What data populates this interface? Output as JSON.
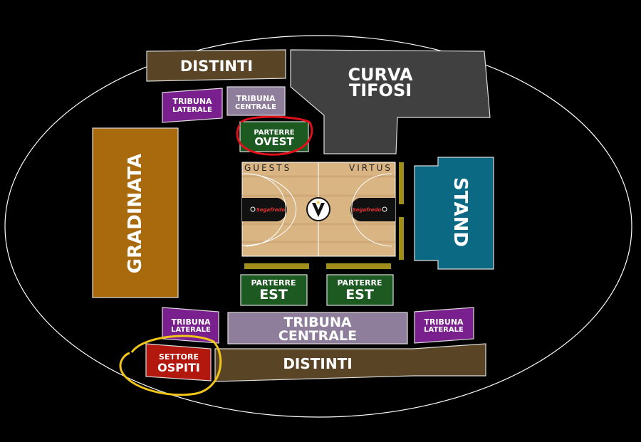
{
  "map": {
    "sections": {
      "distinti_top": "DISTINTI",
      "curva_tifosi_1": "CURVA",
      "curva_tifosi_2": "TIFOSI",
      "tribuna_laterale_tl_1": "TRIBUNA",
      "tribuna_laterale_tl_2": "LATERALE",
      "tribuna_centrale_top_1": "TRIBUNA",
      "tribuna_centrale_top_2": "CENTRALE",
      "parterre_ovest_1": "PARTERRE",
      "parterre_ovest_2": "OVEST",
      "gradinata": "GRADINATA",
      "stand": "STAND",
      "parterre_est_left_1": "PARTERRE",
      "parterre_est_left_2": "EST",
      "parterre_est_right_1": "PARTERRE",
      "parterre_est_right_2": "EST",
      "tribuna_laterale_bl_1": "TRIBUNA",
      "tribuna_laterale_bl_2": "LATERALE",
      "tribuna_centrale_bottom_1": "TRIBUNA",
      "tribuna_centrale_bottom_2": "CENTRALE",
      "tribuna_laterale_br_1": "TRIBUNA",
      "tribuna_laterale_br_2": "LATERALE",
      "settore_ospiti_1": "SETTORE",
      "settore_ospiti_2": "OSPITI",
      "distinti_bottom": "DISTINTI"
    },
    "court": {
      "left_label": "GUESTS",
      "right_label": "VIRTUS",
      "sponsor": "Segafredo"
    },
    "colors": {
      "distinti": "#5a4426",
      "curva": "#404040",
      "laterale": "#7a1f8e",
      "centrale": "#8f7d9c",
      "parterre": "#1d5a22",
      "gradinata": "#a86a0c",
      "stand": "#0b6984",
      "ospiti": "#b3180f",
      "highlight_red": "#e0101a",
      "highlight_yellow": "#f0c419"
    }
  }
}
